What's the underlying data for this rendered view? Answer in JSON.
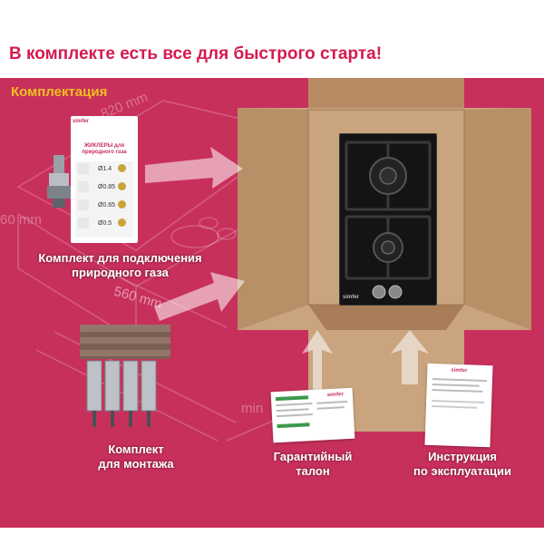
{
  "headline": "В комплекте есть все для быстрого старта!",
  "section_label": "Комплектация",
  "background_dimensions": {
    "top": "820 mm",
    "left": "60 mm",
    "middle": "560 mm",
    "bottom": "min"
  },
  "gas_kit": {
    "brand": "simfer",
    "card_title": "ЖИКЛЕРЫ для природного газа",
    "jets": [
      "Ø1.4",
      "Ø0.85",
      "Ø0.65",
      "Ø0.5"
    ],
    "caption_line1": "Комплект для подключения",
    "caption_line2": "природного газа"
  },
  "mounting_kit": {
    "caption_line1": "Комплект",
    "caption_line2": "для монтажа"
  },
  "warranty": {
    "brand": "simfer",
    "caption_line1": "Гарантийный",
    "caption_line2": "талон"
  },
  "manual": {
    "brand": "simfer",
    "caption_line1": "Инструкция",
    "caption_line2": "по эксплуатации"
  },
  "hob": {
    "brand": "simfer"
  },
  "colors": {
    "headline": "#d51a4e",
    "panel": "#c8305c",
    "section_label": "#f0c020",
    "box": "#c9a47e",
    "hob": "#141414"
  }
}
